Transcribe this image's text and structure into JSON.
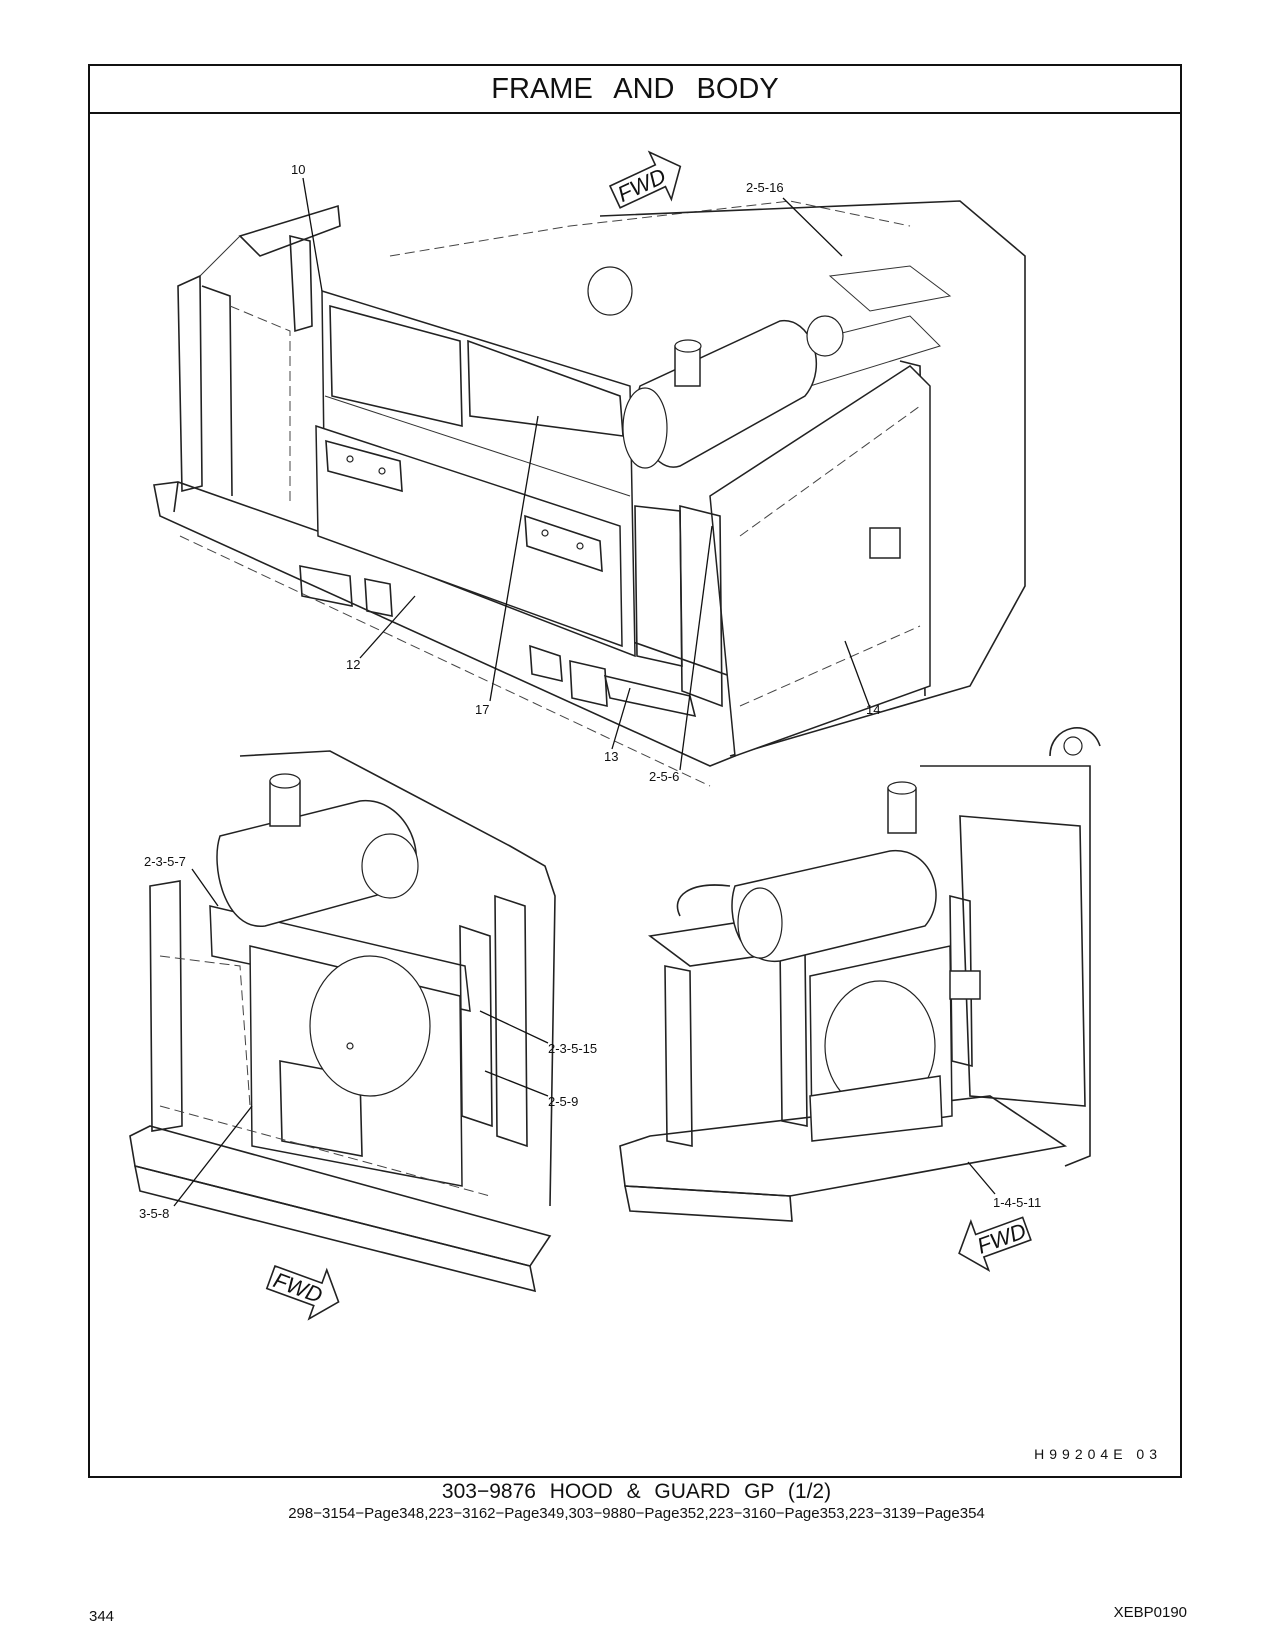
{
  "header": {
    "title": "FRAME   AND   BODY"
  },
  "figure": {
    "reference_code": "H99204E   03",
    "fwd_label": "FWD",
    "callouts": {
      "c10": "10",
      "c2516": "2-5-16",
      "c12": "12",
      "c17": "17",
      "c13": "13",
      "c256": "2-5-6",
      "c14": "14",
      "c2357": "2-3-5-7",
      "c23515": "2-3-5-15",
      "c259": "2-5-9",
      "c358": "3-5-8",
      "c14511": "1-4-5-11"
    }
  },
  "caption": {
    "main": "303−9876  HOOD  &  GUARD  GP (1/2)",
    "sub": "298−3154−Page348,223−3162−Page349,303−9880−Page352,223−3160−Page353,223−3139−Page354"
  },
  "footer": {
    "page_number": "344",
    "doc_code": "XEBP0190"
  }
}
